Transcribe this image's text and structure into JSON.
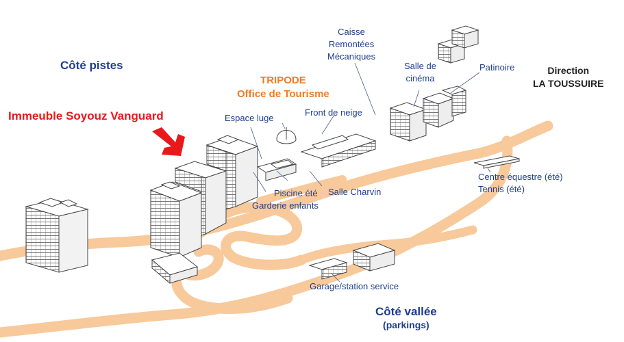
{
  "labels": {
    "cote_pistes": "Côté pistes",
    "immeuble": "Immeuble Soyouz Vanguard",
    "tripode": "TRIPODE",
    "office_tourisme": "Office de Tourisme",
    "caisse": "Caisse",
    "remontees": "Remontées",
    "mecaniques": "Mécaniques",
    "salle_de": "Salle de",
    "cinema": "cinéma",
    "patinoire": "Patinoire",
    "direction": "Direction",
    "la_toussuire": "LA TOUSSUIRE",
    "espace_luge": "Espace luge",
    "front_de_neige": "Front de neige",
    "piscine": "Piscine été",
    "salle_charvin": "Salle Charvin",
    "garderie": "Garderie enfants",
    "centre_equestre": "Centre équestre (été)",
    "tennis": "Tennis (été)",
    "garage": "Garage/station service",
    "cote_vallee": "Côté vallée",
    "parkings": "(parkings)"
  },
  "colors": {
    "road": "#f8c99a",
    "label_blue": "#1e3f8c",
    "tripode_orange": "#f07a24",
    "arrow_red": "#e8191b",
    "building_line": "#444444"
  }
}
